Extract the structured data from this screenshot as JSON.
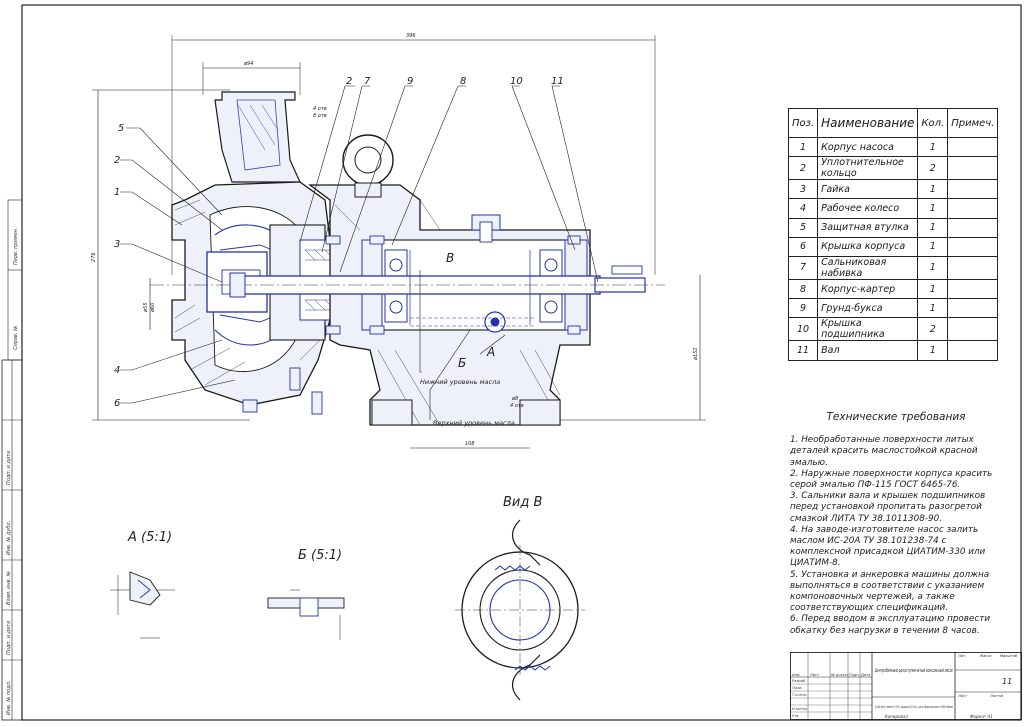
{
  "drawing": {
    "dims": {
      "overall_length": "396",
      "flange_width": "ø94",
      "holes_note": "4 отв",
      "holes_note_2": "8 отв",
      "height": "276",
      "shaft_dia_1": "ø55",
      "shaft_dia_2": "ø60",
      "base_width": "108",
      "foot_height": "ø152",
      "foot_holes": "4 отв",
      "foot_hole_dia": "ø8"
    },
    "balloons": [
      "5",
      "2",
      "1",
      "3",
      "4",
      "6",
      "2",
      "7",
      "9",
      "8",
      "10",
      "11"
    ],
    "callouts": {
      "section_b": "В",
      "section_bb": "Б",
      "section_a": "А",
      "lower_oil": "Нижний уровень масла",
      "upper_oil": "Верхний уровень масла"
    }
  },
  "views": {
    "view_a": "А (5:1)",
    "view_b": "Б (5:1)",
    "view_v": "Вид В"
  },
  "table": {
    "headers": {
      "pos": "Поз.",
      "name": "Наименование",
      "qty": "Кол.",
      "note": "Примеч."
    },
    "rows": [
      {
        "pos": "1",
        "name": "Корпус насоса",
        "qty": "1",
        "note": ""
      },
      {
        "pos": "2",
        "name": "Уплотнительное кольцо",
        "qty": "2",
        "note": ""
      },
      {
        "pos": "3",
        "name": "Гайка",
        "qty": "1",
        "note": ""
      },
      {
        "pos": "4",
        "name": "Рабочее колесо",
        "qty": "1",
        "note": ""
      },
      {
        "pos": "5",
        "name": "Защитная втулка",
        "qty": "1",
        "note": ""
      },
      {
        "pos": "6",
        "name": "Крышка корпуса",
        "qty": "1",
        "note": ""
      },
      {
        "pos": "7",
        "name": "Сальниковая набивка",
        "qty": "1",
        "note": ""
      },
      {
        "pos": "8",
        "name": "Корпус-картер",
        "qty": "1",
        "note": ""
      },
      {
        "pos": "9",
        "name": "Грунд-букса",
        "qty": "1",
        "note": ""
      },
      {
        "pos": "10",
        "name": "Крышка подшипника",
        "qty": "2",
        "note": ""
      },
      {
        "pos": "11",
        "name": "Вал",
        "qty": "1",
        "note": ""
      }
    ]
  },
  "requirements": {
    "title": "Технические требования",
    "items": [
      "1. Необработанные поверхности литых деталей красить маслостойкой красной эмалью.",
      "2. Наружные поверхности корпуса красить серой эмалью ПФ-115 ГОСТ 6465-76.",
      "3. Сальники вала и крышек подшипников перед установкой пропитать разогретой смазкой ЛИТА ТУ 38.1011308-90.",
      "4. На заводе-изготовителе насос залить маслом ИС-20А ТУ 38.101238-74 с комплексной присадкой ЦИАТИМ-330 или ЦИАТИМ-8.",
      "5. Установка и анкеровка машины должна выполняться в соответствии с указанием компоновочных чертежей, а также соответствующих спецификаций.",
      "6. Перед вводом в эксплуатацию провести обкатку без нагрузки в течении 8 часов."
    ]
  },
  "stamp": {
    "title": "Центробежный одноступенчатый консольный насос",
    "subtitle": "Q=80 м3/ч, напор H=32 м, подача Q=18 л/с, число оборотов вала n=3000 об/мин",
    "sheet": "11",
    "sheets_label": "Листов",
    "sheet_label": "Лист",
    "mass_label": "Масса",
    "scale_label": "Масштаб",
    "lit_label": "Лит.",
    "format": "Формат  А1",
    "copied": "Копировал",
    "roles": [
      "Изм.",
      "Разраб.",
      "Пров.",
      "Т.контр.",
      "Н.контр.",
      "Утв."
    ],
    "cols": [
      "Лист",
      "№ докум.",
      "Подп.",
      "Дата"
    ]
  },
  "side_stamp": [
    "Инв. № подл.",
    "Подп. и дата",
    "Взам. инв. №",
    "Инв. № дубл.",
    "Подп. и дата",
    "Справ. №",
    "Перв. примен."
  ]
}
